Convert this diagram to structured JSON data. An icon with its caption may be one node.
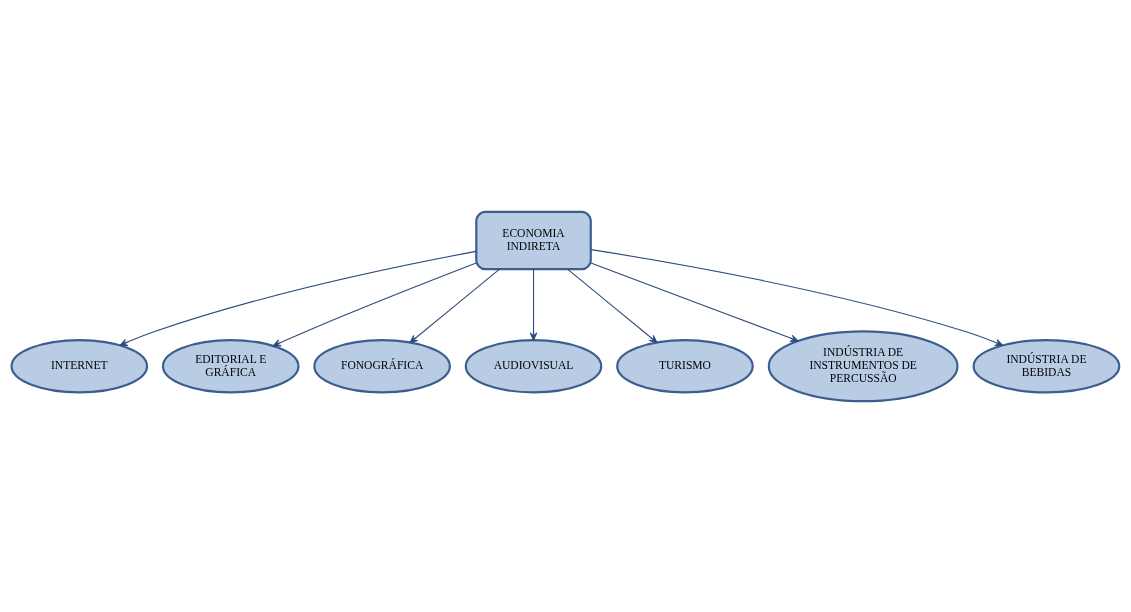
{
  "diagram": {
    "nodes": [
      {
        "text": [
          "ECONOMIA INDIRETA"
        ]
      },
      {
        "text": [
          "INTERNET"
        ]
      },
      {
        "text": [
          "EDITORIAL E GRÁFICA"
        ]
      },
      {
        "text": [
          "FONOGRÁFICA"
        ]
      },
      {
        "text": [
          "AUDIOVISUAL"
        ]
      },
      {
        "text": [
          "TURISMO"
        ]
      },
      {
        "text": [
          "INDÚSTRIA DE INSTRUMENTOS DE PERCUSSÃO"
        ]
      },
      {
        "text": [
          "INDÚSTRIA DE BEBIDAS"
        ]
      }
    ],
    "edges": [
      {
        "from": 0,
        "to": 1,
        "arrow": "to"
      },
      {
        "from": 0,
        "to": 2,
        "arrow": "to"
      },
      {
        "from": 0,
        "to": 3,
        "arrow": "to"
      },
      {
        "from": 0,
        "to": 4,
        "arrow": "to"
      },
      {
        "from": 0,
        "to": 5,
        "arrow": "to"
      },
      {
        "from": 0,
        "to": 6,
        "arrow": "to"
      },
      {
        "from": 0,
        "to": 7,
        "arrow": "to"
      }
    ]
  }
}
